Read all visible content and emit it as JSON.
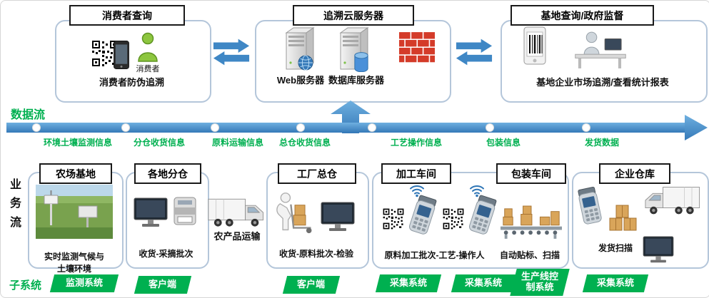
{
  "colors": {
    "accent_blue": "#3f87c5",
    "green": "#00b050",
    "title_border": "#1a1a1a",
    "panel_border": "#b4c6da"
  },
  "top": {
    "consumer": {
      "title": "消费者查询",
      "person_label": "消费者",
      "caption": "消费者防伪追溯"
    },
    "cloud": {
      "title": "追溯云服务器",
      "web_label": "Web服务器",
      "db_label": "数据库服务器"
    },
    "gov": {
      "title": "基地查询/政府监督",
      "caption": "基地企业市场追溯/查看统计报表"
    }
  },
  "dataflow": {
    "label": "数据流",
    "items": [
      "环境土壤监测信息",
      "分仓收货信息",
      "原料运输信息",
      "总仓收货信息",
      "工艺操作信息",
      "包装信息",
      "发货数据"
    ]
  },
  "business": {
    "label": "业务流",
    "farm": {
      "title": "农场基地",
      "caption": "实时监测气候与\n土壤环境"
    },
    "branch": {
      "title": "各地分仓",
      "caption": "收货-采摘批次"
    },
    "transport": {
      "caption": "农产品运输"
    },
    "factory": {
      "title": "工厂总仓",
      "caption": "收货-原料批次-检验"
    },
    "processing": {
      "title": "加工车间",
      "caption": "原料加工批次-工艺-操作人"
    },
    "packaging": {
      "title": "包装车间",
      "caption": "自动贴标、扫描"
    },
    "warehouse": {
      "title": "企业仓库",
      "caption": "发货扫描"
    }
  },
  "subsystems": {
    "label": "子系统",
    "items": [
      "监测系统",
      "客户端",
      "客户端",
      "采集系统",
      "采集系统",
      "生产线控制系统",
      "采集系统"
    ]
  },
  "icons": {
    "qr-code-icon": "svg#qr",
    "smartphone-icon": "svg#phone",
    "consumer-person-icon": "svg#person",
    "web-server-icon": "svg#server+globe",
    "database-server-icon": "svg#server+cylinder",
    "firewall-icon": "svg#firewall",
    "exchange-arrows-icon": "svg#exchange",
    "phone-barcode-icon": "svg#phonebar",
    "report-desk-icon": "svg#desk",
    "field-station-icon": "svg#field",
    "monitor-icon": "svg#monitor",
    "label-printer-icon": "svg#printer",
    "truck-icon": "svg#truck",
    "worker-cart-icon": "svg#worker",
    "handheld-scanner-icon": "svg#scanner",
    "wifi-icon": "svg#wifi",
    "conveyor-icon": "svg#conveyor",
    "boxes-icon": "svg#boxes",
    "dataflow-arrow-icon": "svg blue arrow",
    "up-arrow-icon": "svg blue up arrow"
  }
}
